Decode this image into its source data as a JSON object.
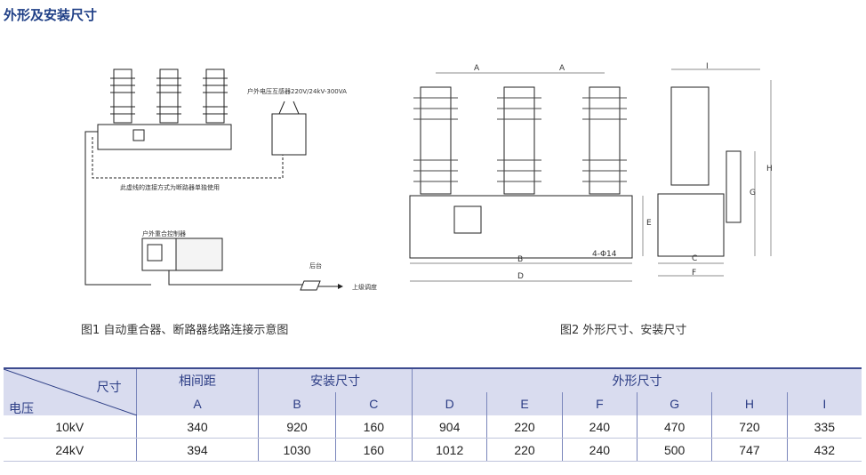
{
  "title": "外形及安装尺寸",
  "fig1": {
    "caption": "图1 自动重合器、断路器线路连接示意图",
    "pt_label": "户外电压互感器220V/24kV-300VA",
    "note": "此虚线的连接方式为断路器单独使用",
    "controller_label": "户外重合控制器",
    "backend_label": "后台",
    "dispatch_label": "上级调度"
  },
  "fig2": {
    "caption": "图2 外形尺寸、安装尺寸",
    "dims": [
      "A",
      "A",
      "B",
      "D",
      "E",
      "4-Φ14",
      "I",
      "H",
      "G",
      "C",
      "F"
    ]
  },
  "table": {
    "corner_top": "尺寸",
    "corner_bottom": "电压",
    "groups": [
      "相间距",
      "安装尺寸",
      "外形尺寸"
    ],
    "cols": [
      "A",
      "B",
      "C",
      "D",
      "E",
      "F",
      "G",
      "H",
      "I"
    ],
    "rows": [
      {
        "voltage": "10kV",
        "values": [
          "340",
          "920",
          "160",
          "904",
          "220",
          "240",
          "470",
          "720",
          "335"
        ]
      },
      {
        "voltage": "24kV",
        "values": [
          "394",
          "1030",
          "160",
          "1012",
          "220",
          "240",
          "500",
          "747",
          "432"
        ]
      }
    ]
  }
}
